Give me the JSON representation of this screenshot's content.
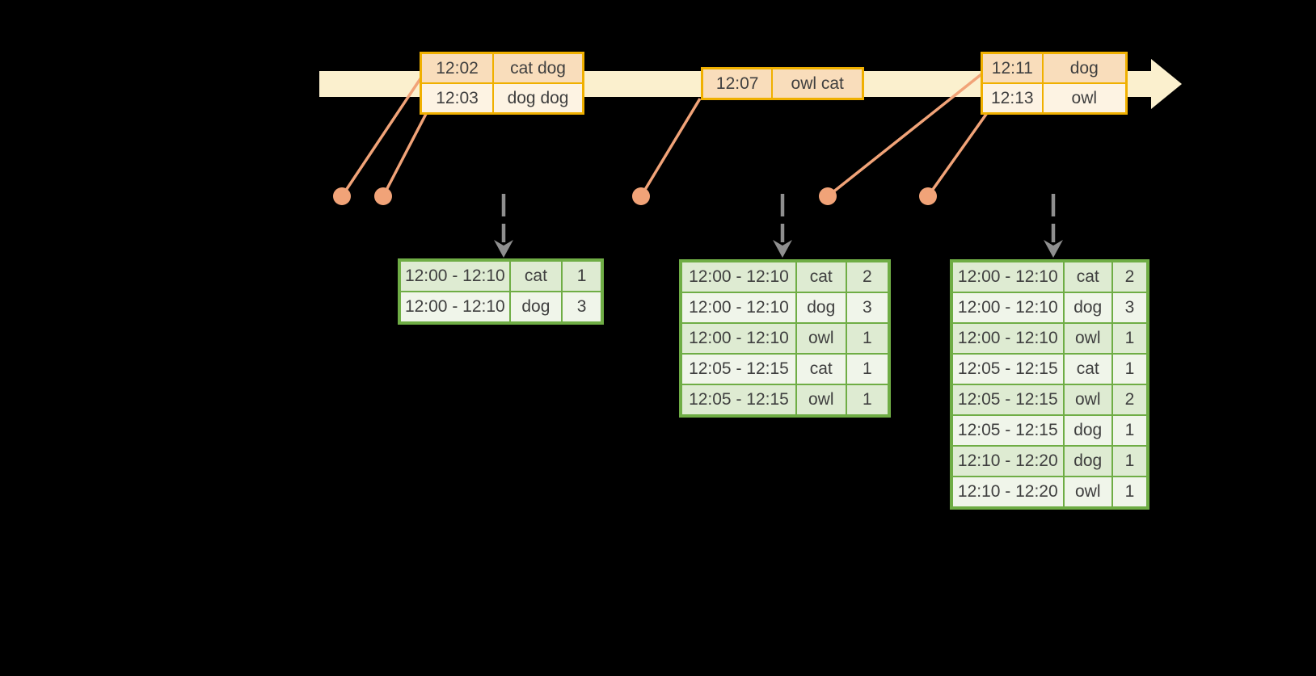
{
  "colors": {
    "background": "#000000",
    "timeline_fill": "#FBF0CE",
    "event_table_border": "#F0B000",
    "event_row_dark": "#F9DDBB",
    "event_row_light": "#FDF3E3",
    "result_table_border": "#6FAD45",
    "result_row_dark": "#DEEBD2",
    "result_row_light": "#F0F5EA",
    "connector_orange": "#F1A378",
    "dashed_arrow_gray": "#8F8F8F",
    "table_text": "#3F3F3F"
  },
  "event_tables": [
    {
      "rows": [
        {
          "time": "12:02",
          "words": "cat dog"
        },
        {
          "time": "12:03",
          "words": "dog dog"
        }
      ]
    },
    {
      "rows": [
        {
          "time": "12:07",
          "words": "owl cat"
        }
      ]
    },
    {
      "rows": [
        {
          "time": "12:11",
          "words": "dog"
        },
        {
          "time": "12:13",
          "words": "owl"
        }
      ]
    }
  ],
  "result_tables": [
    {
      "rows": [
        {
          "window": "12:00 - 12:10",
          "word": "cat",
          "count": "1"
        },
        {
          "window": "12:00 - 12:10",
          "word": "dog",
          "count": "3"
        }
      ]
    },
    {
      "rows": [
        {
          "window": "12:00 - 12:10",
          "word": "cat",
          "count": "2"
        },
        {
          "window": "12:00 - 12:10",
          "word": "dog",
          "count": "3"
        },
        {
          "window": "12:00 - 12:10",
          "word": "owl",
          "count": "1"
        },
        {
          "window": "12:05 - 12:15",
          "word": "cat",
          "count": "1"
        },
        {
          "window": "12:05 - 12:15",
          "word": "owl",
          "count": "1"
        }
      ]
    },
    {
      "rows": [
        {
          "window": "12:00 - 12:10",
          "word": "cat",
          "count": "2"
        },
        {
          "window": "12:00 - 12:10",
          "word": "dog",
          "count": "3"
        },
        {
          "window": "12:00 - 12:10",
          "word": "owl",
          "count": "1"
        },
        {
          "window": "12:05 - 12:15",
          "word": "cat",
          "count": "1"
        },
        {
          "window": "12:05 - 12:15",
          "word": "owl",
          "count": "2"
        },
        {
          "window": "12:05 - 12:15",
          "word": "dog",
          "count": "1"
        },
        {
          "window": "12:10 - 12:20",
          "word": "dog",
          "count": "1"
        },
        {
          "window": "12:10 - 12:20",
          "word": "owl",
          "count": "1"
        }
      ]
    }
  ]
}
